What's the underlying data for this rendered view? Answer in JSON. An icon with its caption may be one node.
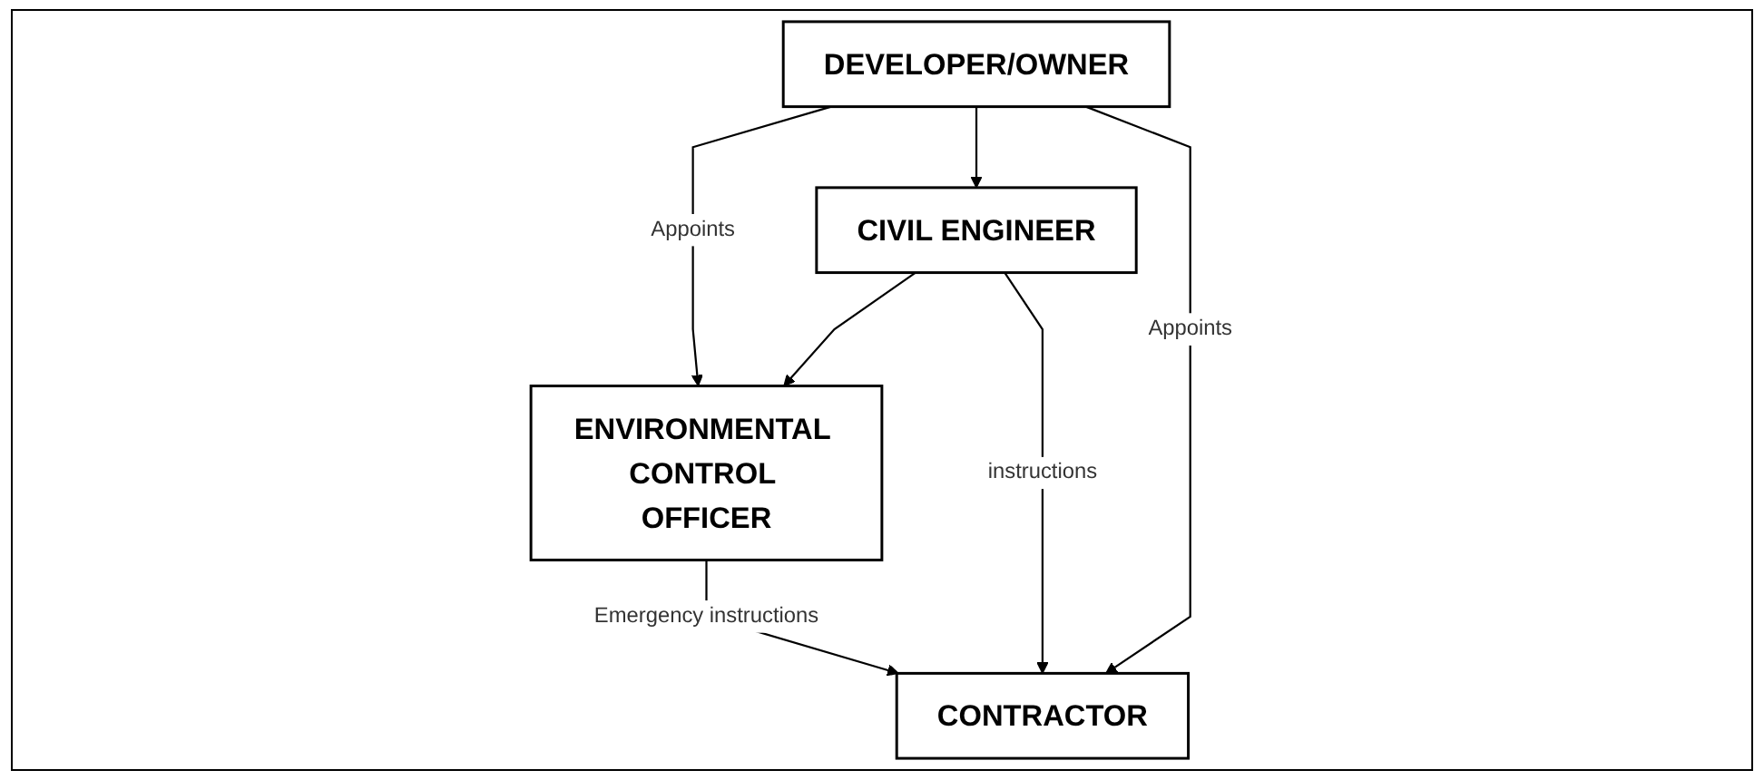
{
  "diagram": {
    "nodes": [
      {
        "text": [
          "DEVELOPER/OWNER"
        ]
      },
      {
        "text": [
          "CIVIL ENGINEER"
        ]
      },
      {
        "text": [
          "ENVIRONMENTAL CONTROL OFFICER"
        ]
      },
      {
        "text": [
          "CONTRACTOR"
        ]
      }
    ],
    "edges": [
      {
        "from": 0,
        "to": 2,
        "arrow": "to",
        "label": "Appoints"
      },
      {
        "from": 0,
        "to": 1,
        "arrow": "to"
      },
      {
        "from": 0,
        "to": 3,
        "arrow": "to",
        "label": "Appoints"
      },
      {
        "from": 1,
        "to": 2,
        "arrow": "to"
      },
      {
        "from": 1,
        "to": 3,
        "arrow": "to",
        "label": "instructions"
      },
      {
        "from": 2,
        "to": 3,
        "arrow": "to",
        "label": "Emergency instructions"
      }
    ]
  }
}
